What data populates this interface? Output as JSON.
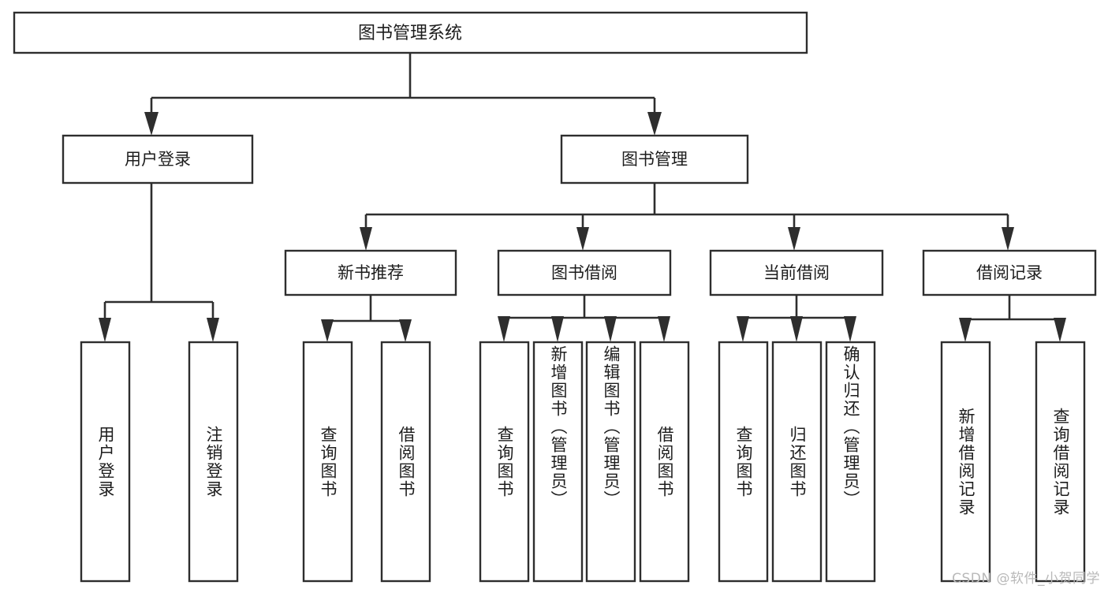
{
  "diagram": {
    "type": "tree-hierarchy",
    "title": "图书管理系统",
    "orientation": "top-down",
    "colors": {
      "stroke": "#2e2e2e",
      "box_fill": "#ffffff",
      "text": "#1d1d1d",
      "background": "#ffffff",
      "watermark": "#b9b9b9"
    },
    "root": {
      "label": "图书管理系统"
    },
    "level1": [
      {
        "label": "用户登录"
      },
      {
        "label": "图书管理"
      }
    ],
    "level2": [
      {
        "label": "新书推荐"
      },
      {
        "label": "图书借阅"
      },
      {
        "label": "当前借阅"
      },
      {
        "label": "借阅记录"
      }
    ],
    "leaves": {
      "user_login": [
        {
          "label": "用户登录"
        },
        {
          "label": "注销登录"
        }
      ],
      "new_book_recommend": [
        {
          "label": "查询图书"
        },
        {
          "label": "借阅图书"
        }
      ],
      "book_borrow": [
        {
          "label": "查询图书"
        },
        {
          "label": "新增图书（管理员）"
        },
        {
          "label": "编辑图书（管理员）"
        },
        {
          "label": "借阅图书"
        }
      ],
      "current_borrow": [
        {
          "label": "查询图书"
        },
        {
          "label": "归还图书"
        },
        {
          "label": "确认归还（管理员）"
        }
      ],
      "borrow_record": [
        {
          "label": "新增借阅记录"
        },
        {
          "label": "查询借阅记录"
        }
      ]
    }
  },
  "watermark": {
    "text": "CSDN @软件_小贺同学"
  }
}
